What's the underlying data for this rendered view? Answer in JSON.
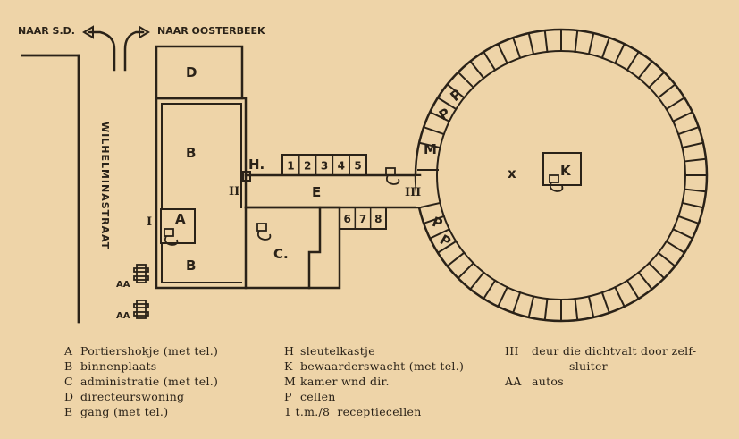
{
  "directions": {
    "left": "NAAR S.D.",
    "right": "NAAR OOSTERBEEK"
  },
  "street": "WILHELMINASTRAAT",
  "rooms": {
    "D": "D",
    "B_upper": "B",
    "A": "A",
    "B_lower": "B",
    "C": "C.",
    "E": "E",
    "H": "H.",
    "M": "M",
    "K": "K",
    "X": "x",
    "P1": "P",
    "P2": "P",
    "P3": "P",
    "P4": "P"
  },
  "reception_cells_top": [
    "1",
    "2",
    "3",
    "4",
    "5"
  ],
  "reception_cells_bottom": [
    "6",
    "7",
    "8"
  ],
  "doors": {
    "I": "I",
    "II": "II",
    "III": "III"
  },
  "cars": [
    "AA",
    "AA"
  ],
  "legend": {
    "col1": [
      {
        "key": "A",
        "text": "Portiershokje (met tel.)"
      },
      {
        "key": "B",
        "text": "binnenplaats"
      },
      {
        "key": "C",
        "text": "administratie (met tel.)"
      },
      {
        "key": "D",
        "text": "directeurswoning"
      },
      {
        "key": "E",
        "text": "gang (met tel.)"
      }
    ],
    "col2": [
      {
        "key": "H",
        "text": "sleutelkastje"
      },
      {
        "key": "K",
        "text": "bewaarderswacht (met tel.)"
      },
      {
        "key": "M",
        "text": "kamer wnd dir."
      },
      {
        "key": "P",
        "text": "cellen"
      },
      {
        "key": "1 t.m./8",
        "text": "receptiecellen"
      }
    ],
    "col3": [
      {
        "key": "III",
        "text": "deur die dichtvalt door zelf-",
        "cont": "sluiter"
      },
      {
        "key": "AA",
        "text": "autos"
      }
    ]
  }
}
